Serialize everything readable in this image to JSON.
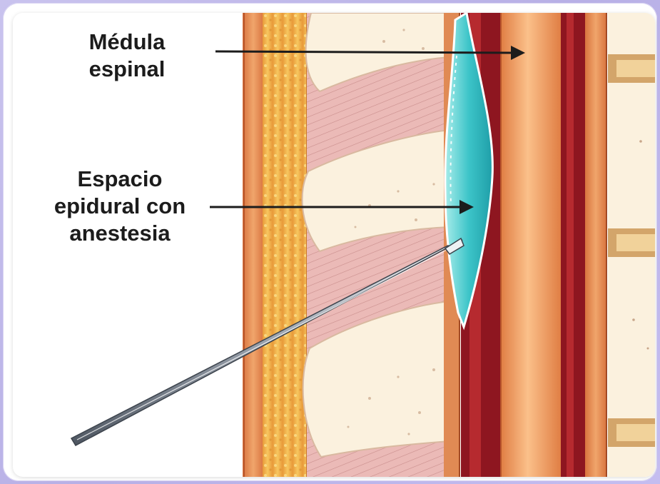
{
  "labels": {
    "spinal_cord": [
      "Médula",
      "espinal"
    ],
    "epidural_space": [
      "Espacio",
      "epidural con",
      "anestesia"
    ]
  },
  "colors": {
    "frame_bg": "#c4bdf0",
    "fat_yellow": "#f2b24a",
    "skin_orange": "#e9925a",
    "muscle_pink": "#e8b4b1",
    "bone_cream": "#fbf1de",
    "dura_dark_red": "#8e1620",
    "spinal_cord_orange": "#f0a36b",
    "anesthetic_cyan": "#3cc4c8",
    "needle_steel": "#c9ced6"
  }
}
